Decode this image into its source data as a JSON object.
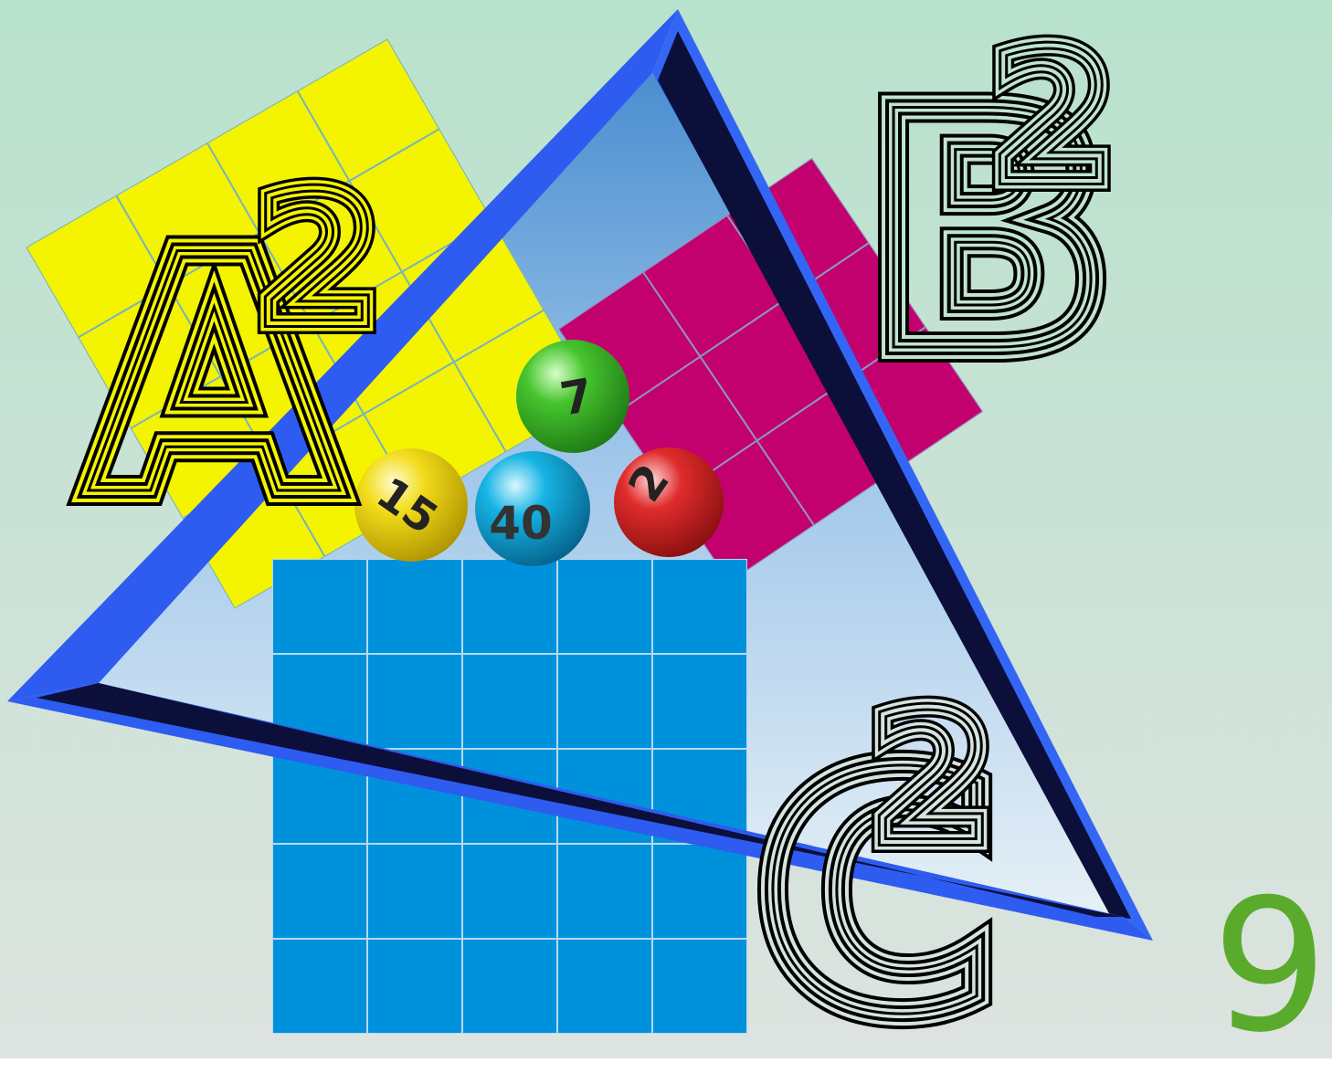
{
  "colors": {
    "background_top": "#b8e2cc",
    "background_bottom": "#dde3e0",
    "square_a": "#f4f400",
    "square_b": "#c2006e",
    "square_c": "#0091dc",
    "triangle_frame": "#2e5cf0",
    "triangle_shadow": "#0b0f3a",
    "slide_number": "#5aaa2c"
  },
  "labels": {
    "a": {
      "letter": "A",
      "exponent": "2"
    },
    "b": {
      "letter": "B",
      "exponent": "2"
    },
    "c": {
      "letter": "C",
      "exponent": "2"
    }
  },
  "balls": [
    {
      "number": "7",
      "color": "#3fc02c"
    },
    {
      "number": "15",
      "color": "#f2dc1a"
    },
    {
      "number": "40",
      "color": "#16b4e4"
    },
    {
      "number": "2",
      "color": "#e02c2c"
    }
  ],
  "grids": {
    "a": {
      "cells_per_side": 4
    },
    "b": {
      "cells_per_side": 3
    },
    "c": {
      "cells_per_side": 5
    }
  },
  "slide_number": "9"
}
